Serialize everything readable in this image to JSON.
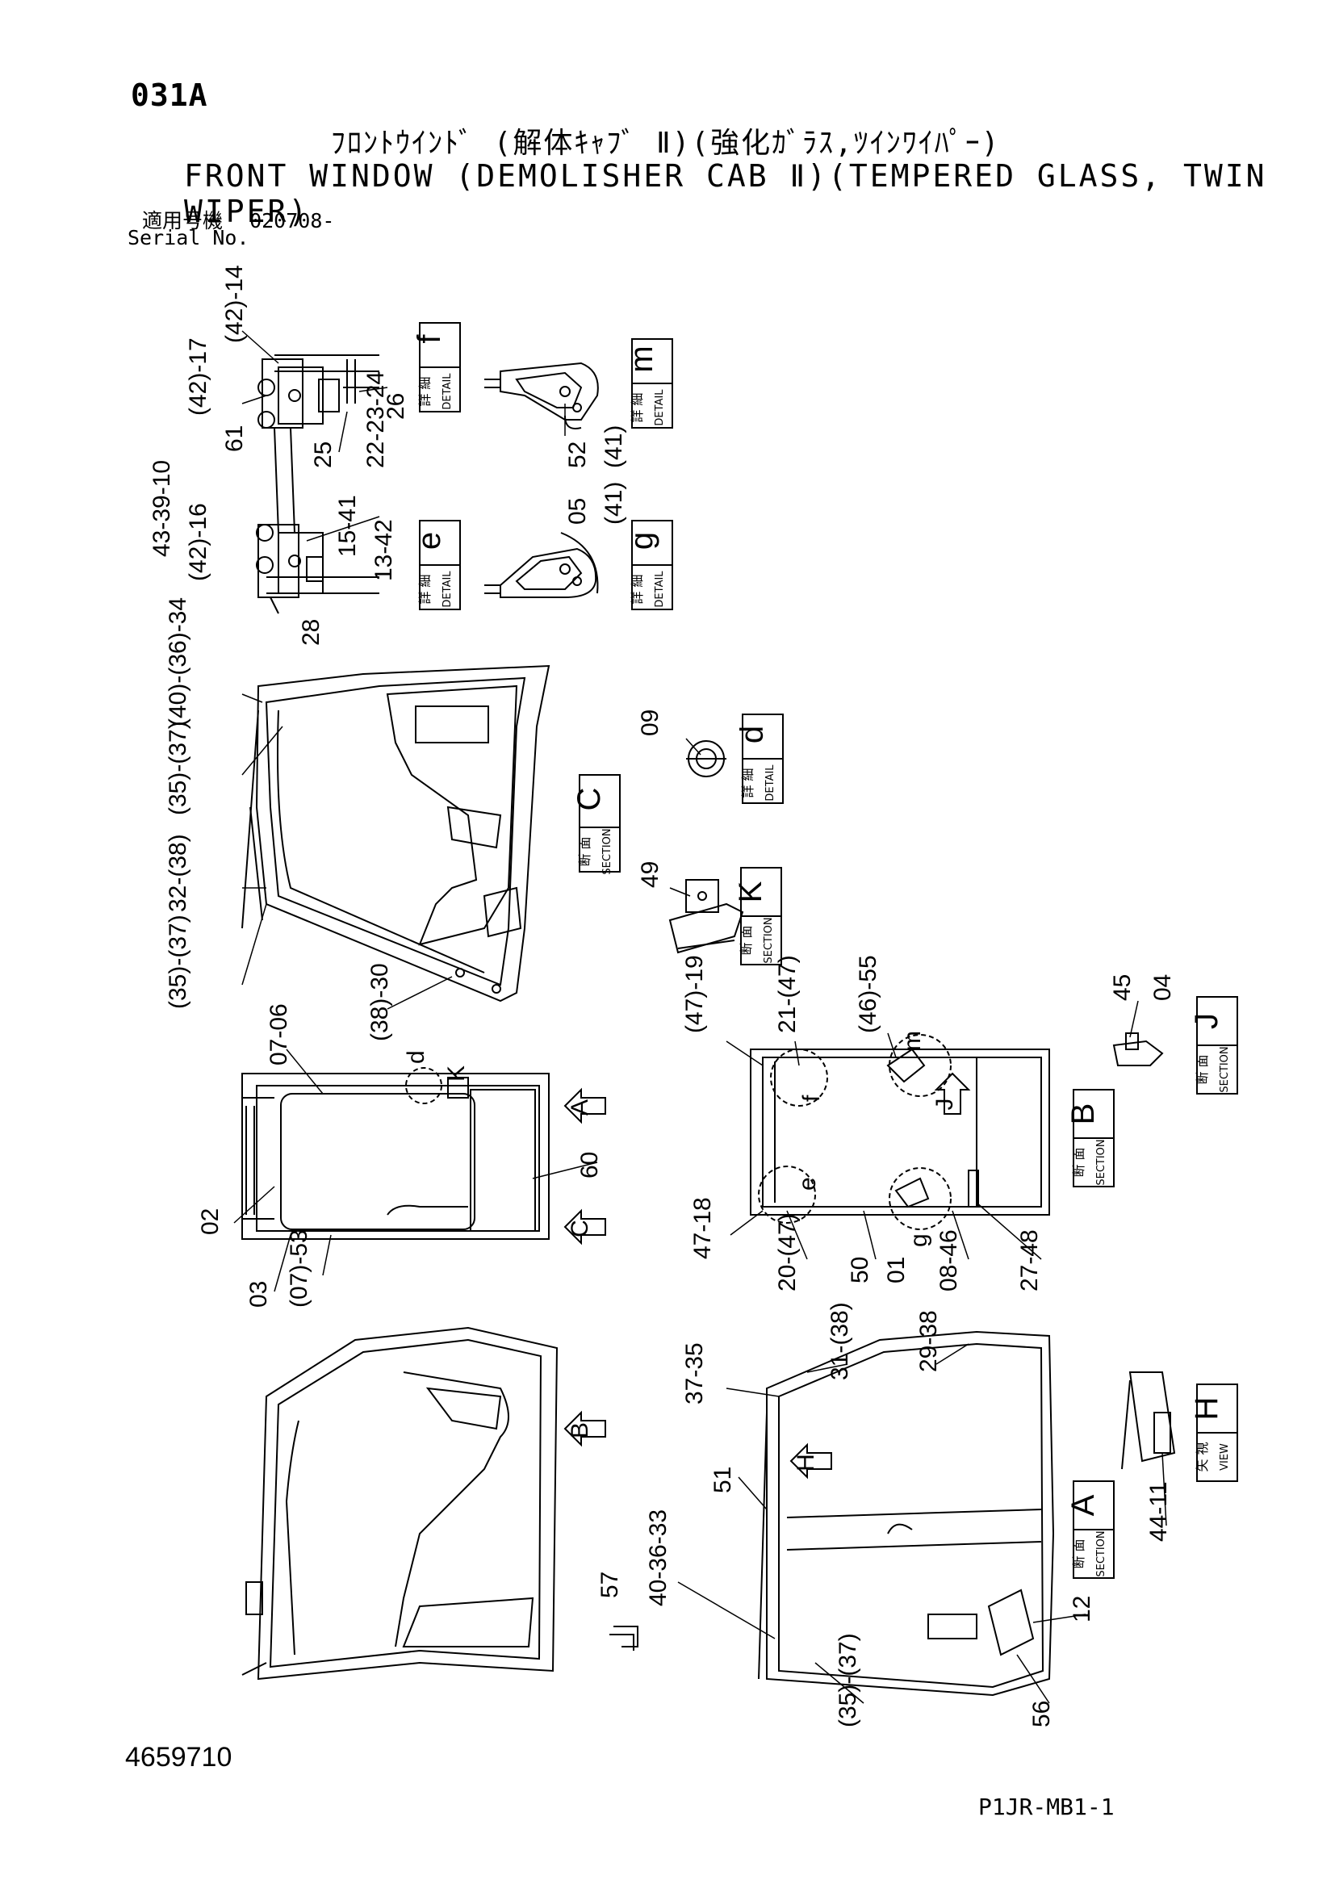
{
  "header": {
    "page_code": "031A",
    "title_jp": "ﾌﾛﾝﾄｳｲﾝﾄﾞ (解体ｷｬﾌﾞ Ⅱ)(強化ｶﾞﾗｽ,ﾂｲﾝﾜｲﾊﾟｰ)",
    "title_en": "FRONT WINDOW (DEMOLISHER CAB Ⅱ)(TEMPERED GLASS, TWIN WIPER)",
    "serial_label_jp": "適用号機",
    "serial_value": "020708-",
    "serial_label_en": "Serial No."
  },
  "footer": {
    "doc_number": "4659710",
    "page_ref": "P1JR-MB1-1"
  },
  "boxes": [
    {
      "id": "f",
      "letter": "f",
      "jp": "詳 細",
      "en": "DETAIL"
    },
    {
      "id": "m",
      "letter": "m",
      "jp": "詳 細",
      "en": "DETAIL"
    },
    {
      "id": "e",
      "letter": "e",
      "jp": "詳 細",
      "en": "DETAIL"
    },
    {
      "id": "g",
      "letter": "g",
      "jp": "詳 細",
      "en": "DETAIL"
    },
    {
      "id": "C",
      "letter": "C",
      "jp": "断 面",
      "en": "SECTION"
    },
    {
      "id": "d",
      "letter": "d",
      "jp": "詳 細",
      "en": "DETAIL"
    },
    {
      "id": "K",
      "letter": "K",
      "jp": "断 面",
      "en": "SECTION"
    },
    {
      "id": "J",
      "letter": "J",
      "jp": "断 面",
      "en": "SECTION"
    },
    {
      "id": "B",
      "letter": "B",
      "jp": "断 面",
      "en": "SECTION"
    },
    {
      "id": "H",
      "letter": "H",
      "jp": "矢 視",
      "en": "VIEW"
    },
    {
      "id": "A",
      "letter": "A",
      "jp": "断 面",
      "en": "SECTION"
    }
  ],
  "callouts": {
    "c01": "(42)-14",
    "c02": "(42)-17",
    "c03": "61",
    "c04": "25",
    "c05": "22-23-24",
    "c06": "26",
    "c07": "52",
    "c08": "(41)",
    "c09": "43-39-10",
    "c10": "(42)-16",
    "c11": "15-41",
    "c12": "13-42",
    "c13": "28",
    "c14": "05",
    "c15": "(41)",
    "c16": "(40)-(36)-34",
    "c17": "(35)-(37)",
    "c18": "09",
    "c19": "32-(38)",
    "c20": "(35)-(37)",
    "c21": "(38)-30",
    "c22": "49",
    "c23": "07-06",
    "c24": "d",
    "c25": "K",
    "c26": "60",
    "c27": "02",
    "c28": "03",
    "c29": "(07)-53",
    "c30": "(47)-19",
    "c31": "21-(47)",
    "c32": "(46)-55",
    "c33": "m",
    "c34": "f",
    "c35": "45",
    "c36": "04",
    "c37": "47-18",
    "c38": "e",
    "c39": "20-(47)",
    "c40": "50",
    "c41": "01",
    "c42": "g",
    "c43": "08-46",
    "c44": "27-48",
    "c45": "37-35",
    "c46": "31-(38)",
    "c47": "29-38",
    "c48": "51",
    "c49": "40-36-33",
    "c50": "57",
    "c51": "12",
    "c52": "(35)-(37)",
    "c53": "56",
    "c54": "44-11"
  },
  "arrows": {
    "a1": "A",
    "a2": "C",
    "a3": "J",
    "a4": "B",
    "a5": "H"
  }
}
